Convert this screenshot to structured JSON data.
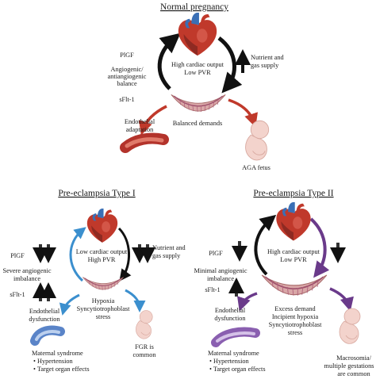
{
  "normal": {
    "title": "Normal pregnancy",
    "plgf": "PlGF",
    "balance": [
      "Angiogenic/",
      "antiangiogenic",
      "balance"
    ],
    "sflt": "sFlt-1",
    "heart": [
      "High cardiac output",
      "Low PVR"
    ],
    "supply": [
      "Nutrient and",
      "gas supply"
    ],
    "placenta": "Balanced demands",
    "vessel": [
      "Endothelial",
      "adaptation"
    ],
    "fetus": "AGA fetus"
  },
  "type1": {
    "title": "Pre-eclampsia Type I",
    "plgf": "PlGF",
    "imbalance": [
      "Severe angiogenic",
      "imbalance"
    ],
    "sflt": "sFlt-1",
    "heart": [
      "Low cardiac output",
      "High PVR"
    ],
    "supply": [
      "Nutrient and",
      "gas supply"
    ],
    "placenta": [
      "Hypoxia",
      "Syncytiotrophoblast",
      "stress"
    ],
    "vessel": [
      "Endothelial",
      "dysfunction"
    ],
    "syndrome": [
      "Maternal syndrome",
      "• Hypertension",
      "• Target organ effects"
    ],
    "fetus": [
      "FGR is",
      "common"
    ]
  },
  "type2": {
    "title": "Pre-eclampsia Type II",
    "plgf": "PlGF",
    "imbalance": [
      "Minimal angiogenic",
      "imbalance"
    ],
    "sflt": "sFlt-1",
    "heart": [
      "High cardiac output",
      "Low PVR"
    ],
    "placenta": [
      "Excess demand",
      "Incipient hypoxia",
      "Syncytiotrophoblast",
      "stress"
    ],
    "vessel": [
      "Endothelial",
      "dysfunction"
    ],
    "syndrome": [
      "Maternal syndrome",
      "• Hypertension",
      "• Target organ effects"
    ],
    "fetus": [
      "Macrosomia/",
      "multiple gestations",
      "are common"
    ]
  },
  "colors": {
    "normal_arrow": "#111111",
    "type1_arrow": "#3b8fce",
    "type2_arrow": "#6a3a8a",
    "red_arrow": "#c0392b",
    "heart_red": "#c0392b",
    "heart_blue": "#3a6fb5",
    "vessel_red": "#b3332b",
    "vessel_blue": "#5a84c8",
    "vessel_purple": "#8a5fb0",
    "placenta": "#d9a7a7",
    "fetus": "#f3d3cc"
  },
  "icons": [
    "heart-icon",
    "placenta-icon",
    "blood-vessel-icon",
    "fetus-icon",
    "arrow-up-icon",
    "arrow-down-icon"
  ]
}
